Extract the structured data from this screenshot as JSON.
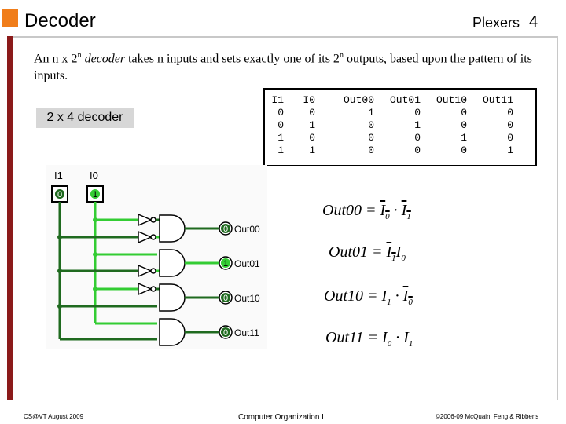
{
  "header": {
    "title": "Decoder",
    "section": "Plexers",
    "page": "4"
  },
  "intro": {
    "p1": "An n x 2",
    "sup1": "n",
    "p2": " decoder",
    "p3": " takes n inputs and sets exactly one of its 2",
    "sup2": "n",
    "p4": " outputs, based upon the pattern of its inputs."
  },
  "label_box": "2 x 4 decoder",
  "truth_table": {
    "headers": [
      "I1",
      "I0",
      "Out00",
      "Out01",
      "Out10",
      "Out11"
    ],
    "rows": [
      [
        "0",
        "0",
        "1",
        "0",
        "0",
        "0"
      ],
      [
        "0",
        "1",
        "0",
        "1",
        "0",
        "0"
      ],
      [
        "1",
        "0",
        "0",
        "0",
        "1",
        "0"
      ],
      [
        "1",
        "1",
        "0",
        "0",
        "0",
        "1"
      ]
    ]
  },
  "circuit": {
    "inputs": [
      {
        "label": "I1",
        "value": "0"
      },
      {
        "label": "I0",
        "value": "1"
      }
    ],
    "outputs": [
      {
        "label": "Out00",
        "value": "0"
      },
      {
        "label": "Out01",
        "value": "1"
      },
      {
        "label": "Out10",
        "value": "0"
      },
      {
        "label": "Out11",
        "value": "0"
      }
    ]
  },
  "equations": [
    {
      "lhs": "Out00",
      "a": "I",
      "asub": "0",
      "b": "I",
      "bsub": "1"
    },
    {
      "lhs": "Out01",
      "a": "I",
      "asub": "1",
      "b": "I",
      "bsub": "0"
    },
    {
      "lhs": "Out10",
      "a": "I",
      "asub": "1",
      "b": "I",
      "bsub": "0"
    },
    {
      "lhs": "Out11",
      "a": "I",
      "asub": "0",
      "b": "I",
      "bsub": "1"
    }
  ],
  "footer": {
    "left": "CS@VT August 2009",
    "center": "Computer Organization I",
    "right": "©2006-09  McQuain, Feng & Ribbens"
  },
  "colors": {
    "accent": "#f07d1a",
    "bar": "#8b1a1a",
    "wire_on": "#33cc33",
    "wire_off": "#1f6a1f"
  }
}
